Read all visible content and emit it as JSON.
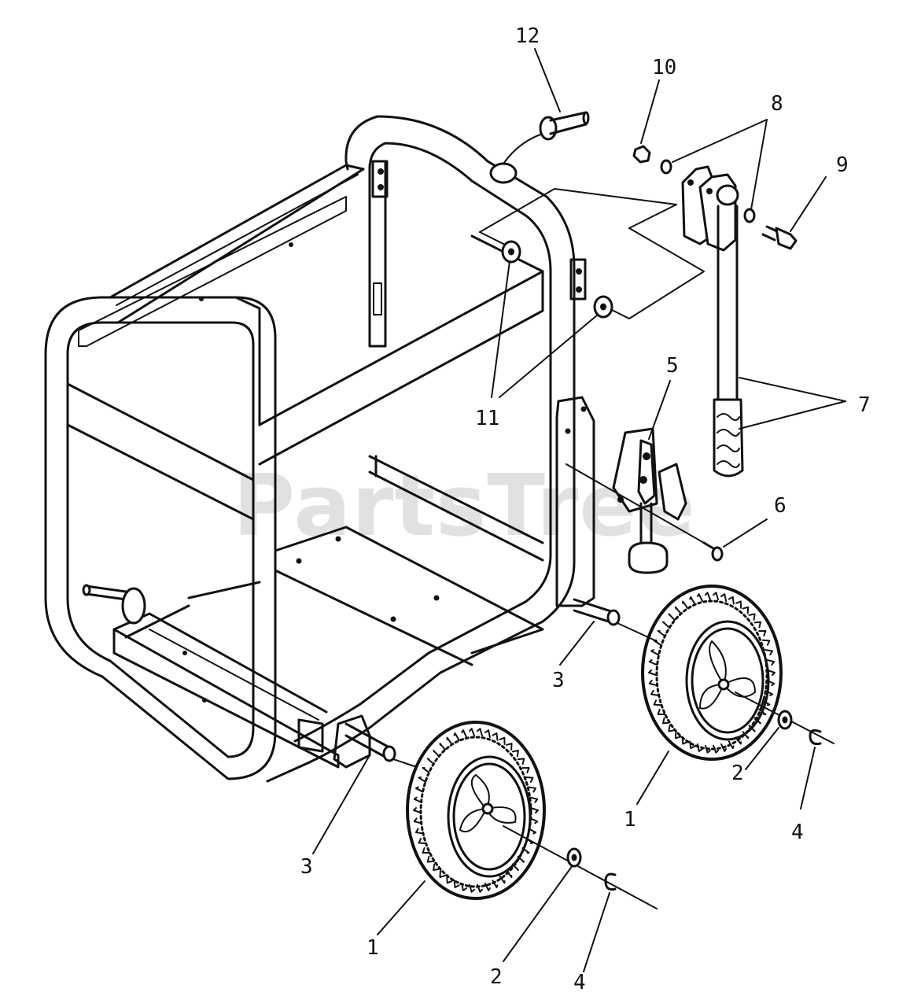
{
  "watermark": "PartsTree",
  "callouts": [
    {
      "id": "callout-12",
      "text": "12"
    },
    {
      "id": "callout-10",
      "text": "10"
    },
    {
      "id": "callout-8",
      "text": "8"
    },
    {
      "id": "callout-9",
      "text": "9"
    },
    {
      "id": "callout-11",
      "text": "11"
    },
    {
      "id": "callout-5",
      "text": "5"
    },
    {
      "id": "callout-7",
      "text": "7"
    },
    {
      "id": "callout-6",
      "text": "6"
    },
    {
      "id": "callout-3-right",
      "text": "3"
    },
    {
      "id": "callout-1-right",
      "text": "1"
    },
    {
      "id": "callout-2-right",
      "text": "2"
    },
    {
      "id": "callout-4-right",
      "text": "4"
    },
    {
      "id": "callout-3-left",
      "text": "3"
    },
    {
      "id": "callout-1-left",
      "text": "1"
    },
    {
      "id": "callout-2-left",
      "text": "2"
    },
    {
      "id": "callout-4-left",
      "text": "4"
    }
  ]
}
